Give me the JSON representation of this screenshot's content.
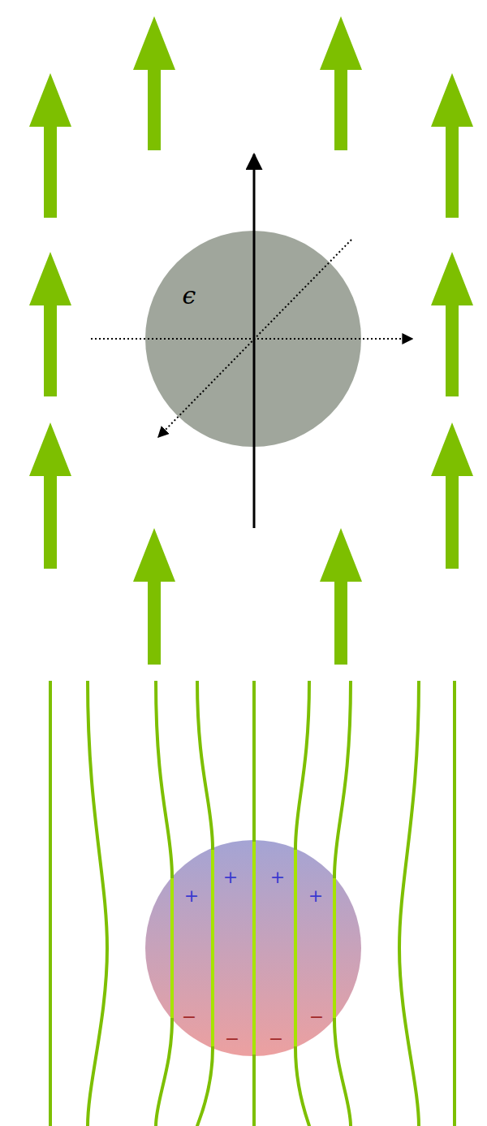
{
  "diagram": {
    "labels": [
      "ϵ",
      "+",
      "+",
      "+",
      "+",
      "−",
      "−",
      "−",
      "−"
    ]
  }
}
